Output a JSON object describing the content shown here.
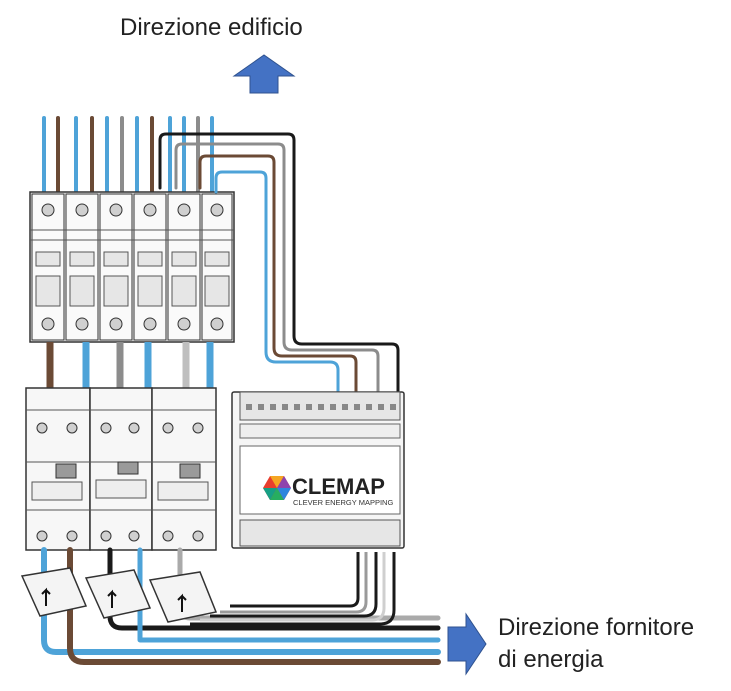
{
  "labels": {
    "building_direction": "Direzione edificio",
    "supply_direction_line1": "Direzione fornitore",
    "supply_direction_line2": "di energia"
  },
  "device": {
    "brand": "CLEMAP",
    "tagline": "CLEVER ENERGY MAPPING"
  },
  "colors": {
    "arrow": "#4472C4",
    "wire_blue": "#4ea3d8",
    "wire_brown": "#6b4a35",
    "wire_gray": "#8c8c8c",
    "wire_black": "#1a1a1a",
    "outline": "#333333"
  },
  "icons": [
    "arrow-up-icon",
    "arrow-right-icon",
    "clemap-logo-icon",
    "current-direction-arrow-icon"
  ]
}
